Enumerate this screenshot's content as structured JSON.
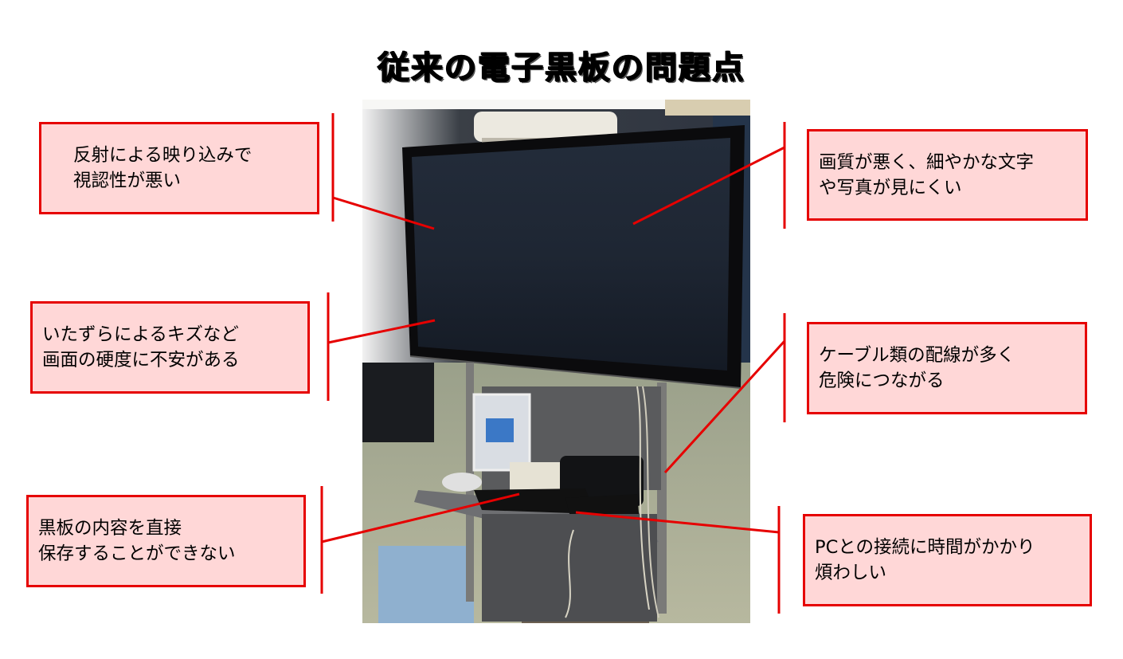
{
  "title": "従来の電子黒板の問題点",
  "accent_colors": {
    "border": "#e60000",
    "callout_fill": "#ffd7d7",
    "line": "#e60000"
  },
  "photo": {
    "description": "Photo of an electronic blackboard (large flat-panel display) mounted on a rolling stand with a shelf holding a keyboard, mouse, CD player, disc drive and picture frame; cables hang down the side",
    "icon": "photo-image"
  },
  "callouts": [
    {
      "id": "left-1",
      "lines": [
        "反射による映り込みで",
        "視認性が悪い"
      ]
    },
    {
      "id": "right-1",
      "lines": [
        "画質が悪く、細やかな文字",
        "や写真が見にくい"
      ]
    },
    {
      "id": "left-2",
      "lines": [
        "いたずらによるキズなど",
        "画面の硬度に不安がある"
      ]
    },
    {
      "id": "right-2",
      "lines": [
        "ケーブル類の配線が多く",
        "危険につながる"
      ]
    },
    {
      "id": "left-3",
      "lines": [
        "黒板の内容を直接",
        "保存することができない"
      ]
    },
    {
      "id": "right-3",
      "lines": [
        "PCとの接続に時間がかかり",
        "煩わしい"
      ]
    }
  ]
}
